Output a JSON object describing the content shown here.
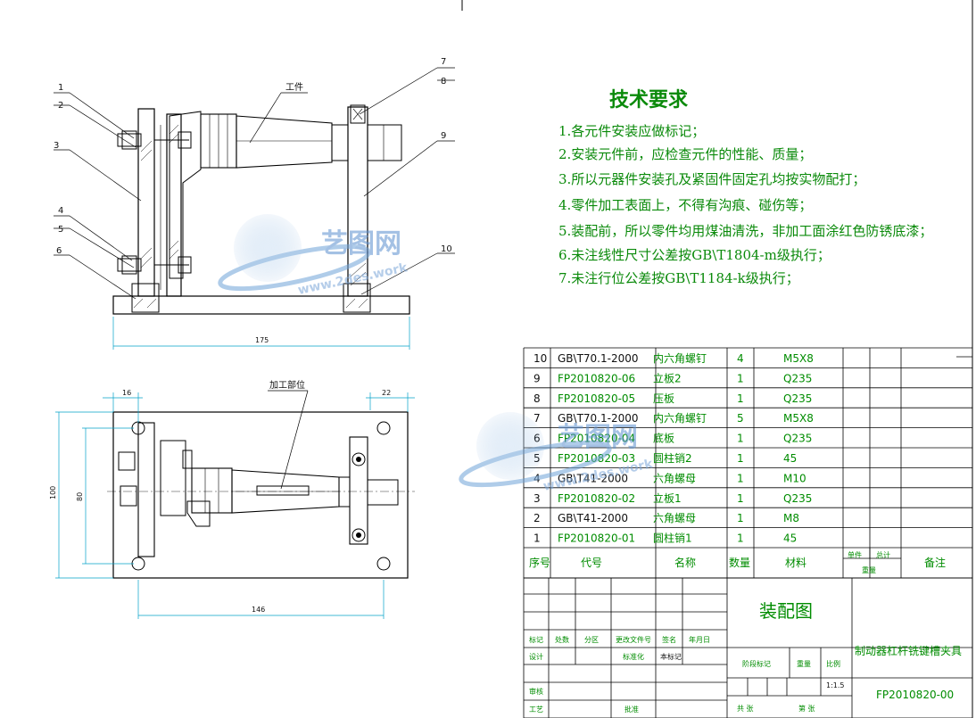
{
  "requirements": {
    "title": "技术要求",
    "items": [
      "1.各元件安装应做标记；",
      "2.安装元件前，应检查元件的性能、质量；",
      "3.所以元器件安装孔及紧固件固定孔均按实物配打；",
      "4.零件加工表面上，不得有沟痕、碰伤等；",
      "5.装配前，所以零件均用煤油清洗，非加工面涂红色防锈底漆；",
      "6.未注线性尺寸公差按GB\\T1804-m级执行；",
      "7.未注行位公差按GB\\T1184-k级执行；"
    ]
  },
  "drawing": {
    "workpiece_label": "工件",
    "machining_label": "加工部位",
    "callouts_left": [
      "1",
      "2",
      "3",
      "4",
      "5",
      "6"
    ],
    "callouts_right": [
      "7",
      "8",
      "9",
      "10"
    ],
    "dims": {
      "front_width": "175",
      "top_left_offset": "16",
      "top_right_offset": "22",
      "top_height": "100",
      "top_inner_height": "80",
      "top_width": "146"
    }
  },
  "bom": {
    "rows": [
      {
        "no": "10",
        "code": "GB\\T70.1-2000",
        "name": "内六角螺钉",
        "qty": "4",
        "material": "M5X8"
      },
      {
        "no": "9",
        "code": "FP2010820-06",
        "name": "立板2",
        "qty": "1",
        "material": "Q235"
      },
      {
        "no": "8",
        "code": "FP2010820-05",
        "name": "压板",
        "qty": "1",
        "material": "Q235"
      },
      {
        "no": "7",
        "code": "GB\\T70.1-2000",
        "name": "内六角螺钉",
        "qty": "5",
        "material": "M5X8"
      },
      {
        "no": "6",
        "code": "FP2010820-04",
        "name": "底板",
        "qty": "1",
        "material": "Q235"
      },
      {
        "no": "5",
        "code": "FP2010820-03",
        "name": "圆柱销2",
        "qty": "1",
        "material": "45"
      },
      {
        "no": "4",
        "code": "GB\\T41-2000",
        "name": "六角螺母",
        "qty": "1",
        "material": "M10"
      },
      {
        "no": "3",
        "code": "FP2010820-02",
        "name": "立板1",
        "qty": "1",
        "material": "Q235"
      },
      {
        "no": "2",
        "code": "GB\\T41-2000",
        "name": "六角螺母",
        "qty": "1",
        "material": "M8"
      },
      {
        "no": "1",
        "code": "FP2010820-01",
        "name": "圆柱销1",
        "qty": "1",
        "material": "45"
      }
    ],
    "headers": {
      "no": "序号",
      "code": "代号",
      "name": "名称",
      "qty": "数量",
      "material": "材料",
      "unit": "单件",
      "total": "总计",
      "weight": "重量",
      "remark": "备注"
    }
  },
  "titleblock": {
    "drawing_type": "装配图",
    "product_name": "制动器杠杆铣键槽夹具",
    "drawing_no": "FP2010820-00",
    "scale": "1:1.5",
    "labels": {
      "mark": "标记",
      "count": "处数",
      "zone": "分区",
      "change_doc": "更改文件号",
      "signature": "签名",
      "date": "年月日",
      "design": "设计",
      "standardize": "标准化",
      "approve": "批准",
      "review": "审核",
      "process": "工艺",
      "stage_mark": "阶段标记",
      "weight": "重量",
      "scale": "比例",
      "total_sheets": "共 张",
      "sheet": "第 张",
      "signer": "本标记"
    }
  },
  "watermark": {
    "cn": "艺图网",
    "url": "www.2des.work"
  }
}
